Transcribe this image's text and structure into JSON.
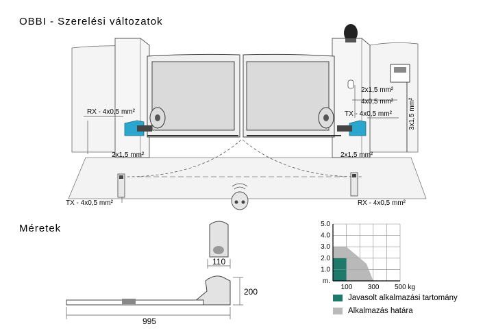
{
  "title": "OBBI - Szerelési változatok",
  "section_dimensions": "Méretek",
  "cables": {
    "rx_left": "RX - 4x0,5 mm²",
    "left_motor": "2x1,5 mm²",
    "tx_bottom_left": "TX - 4x0,5 mm²",
    "top_right_a": "2x1,5 mm²",
    "top_right_b": "4x0,5 mm²",
    "tx_right": "TX - 4x0,5 mm²",
    "right_motor": "2x1,5 mm²",
    "rx_bottom_right": "RX - 4x0,5 mm²",
    "vertical": "3x1,5 mm²"
  },
  "dimensions": {
    "width_small": "110",
    "height": "200",
    "length": "995"
  },
  "colors": {
    "recommended": "#1d7a6b",
    "limit": "#b9b9b9",
    "motor_blue": "#2aa7cf"
  },
  "chart_data": {
    "type": "area",
    "title": "",
    "xlabel": "kg",
    "ylabel": "m.",
    "x_ticks": [
      "100",
      "300",
      "500 kg"
    ],
    "y_ticks": [
      "m.",
      "1.0",
      "2.0",
      "3.0",
      "4.0",
      "5.0"
    ],
    "xlim": [
      0,
      500
    ],
    "ylim": [
      0,
      5
    ],
    "grid": true,
    "series": [
      {
        "name": "Javasolt alkalmazási tartomány",
        "color": "#1d7a6b",
        "points": [
          [
            0,
            0
          ],
          [
            0,
            2.0
          ],
          [
            100,
            2.0
          ],
          [
            100,
            0
          ]
        ]
      },
      {
        "name": "Alkalmazás határa",
        "color": "#b9b9b9",
        "points": [
          [
            0,
            0
          ],
          [
            0,
            3.0
          ],
          [
            100,
            3.0
          ],
          [
            200,
            2.0
          ],
          [
            250,
            1.5
          ],
          [
            300,
            0
          ]
        ]
      }
    ]
  }
}
